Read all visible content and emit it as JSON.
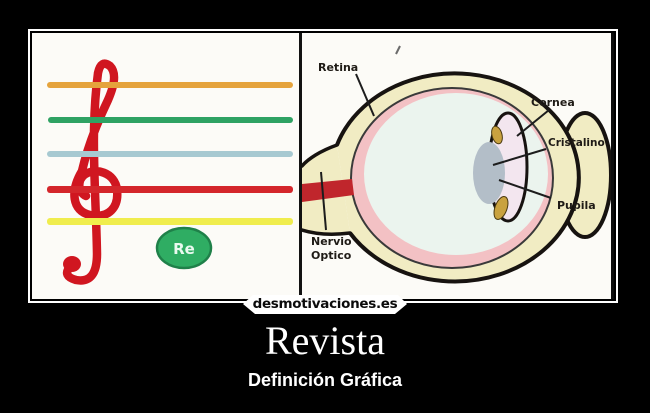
{
  "poster": {
    "title": "Revista",
    "subtitle": "Definición Gráfica",
    "watermark": "desmotivaciones.es"
  },
  "music_panel": {
    "note_label": "Re",
    "clef_color": "#d01620",
    "note_circle_color": "#2fad63",
    "staff_lines": [
      {
        "name": "line-1-orange",
        "color": "#e5a33c"
      },
      {
        "name": "line-2-green",
        "color": "#2fa263"
      },
      {
        "name": "line-3-blue",
        "color": "#a7c9d1"
      },
      {
        "name": "line-4-red",
        "color": "#d4262b"
      },
      {
        "name": "line-5-yellow",
        "color": "#f0ed4e"
      }
    ]
  },
  "eye_panel": {
    "labels": {
      "retina": "Retina",
      "cornea": "Cornea",
      "cristalino": "Cristalino",
      "pupila": "Pupila",
      "nervio_line1": "Nervio",
      "nervio_line2": "Optico"
    },
    "colors": {
      "sclera": "#f1ecc3",
      "retina_layer": "#f3c1c4",
      "vitreous": "#ebf4ee",
      "lens": "#b3bec8",
      "iris_pigment": "#c9a23f",
      "anterior": "#f3e6ef",
      "optic_nerve": "#c0262c",
      "outline": "#171310"
    }
  }
}
